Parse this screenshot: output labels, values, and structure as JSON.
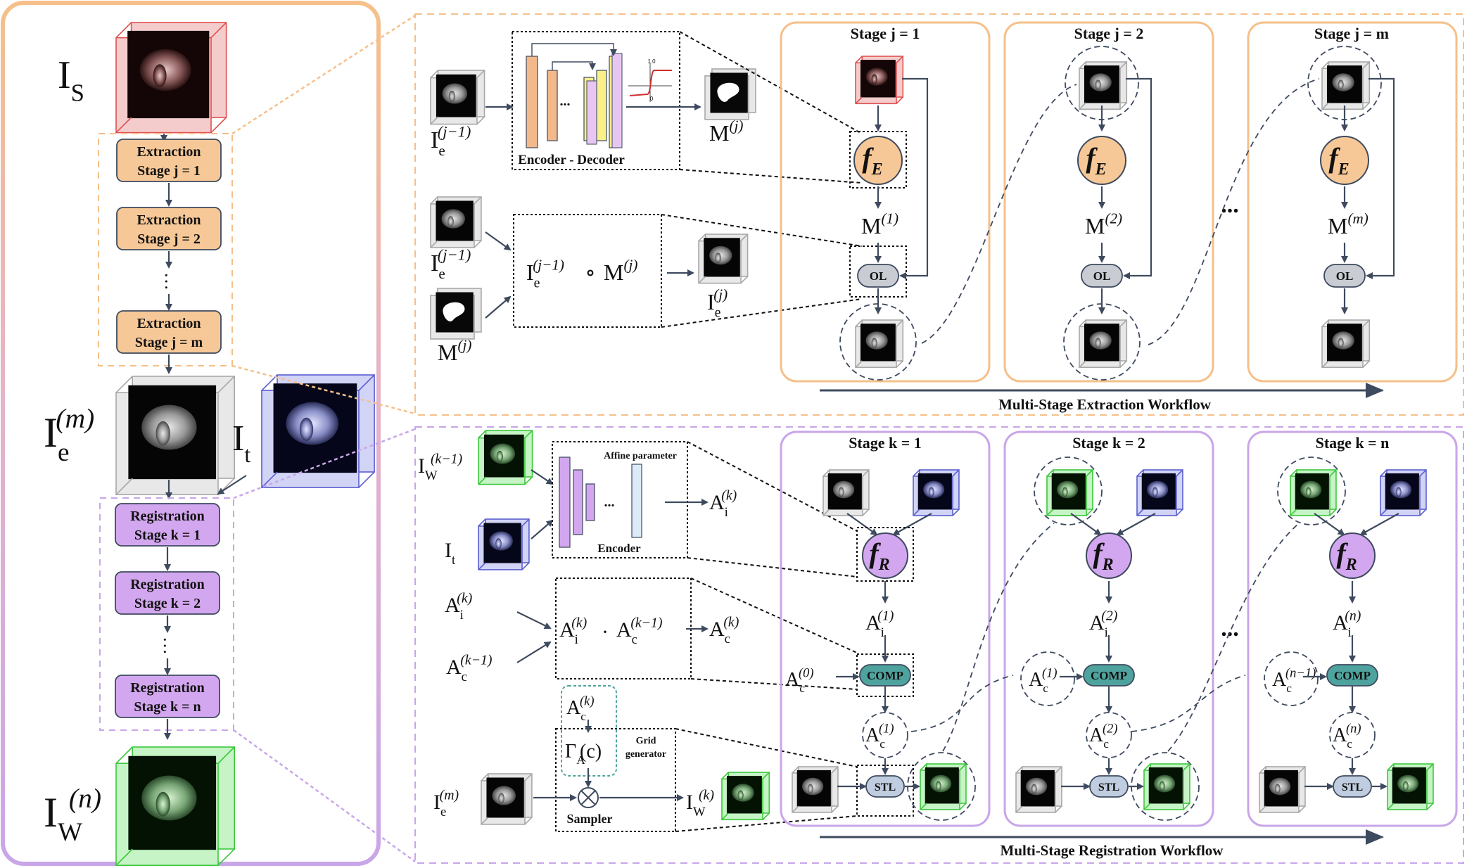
{
  "colors": {
    "extraction": "#f5c08a",
    "registration": "#c9a6e8",
    "orange_fill": "#f7c897",
    "purple_fill": "#d3a7ef",
    "teal": "#4fa39e",
    "ol_gray": "#c9ccd3",
    "arrow": "#3e4a5e",
    "source_cube": "#e05050",
    "target_cube": "#5a5fd0",
    "warped_cube": "#4ad04a"
  },
  "left_panel": {
    "labels": {
      "is_base": "I",
      "is_sub": "S",
      "ie_base": "I",
      "ie_sub": "e",
      "ie_sup": "(m)",
      "it_base": "I",
      "it_sub": "t",
      "iw_base": "I",
      "iw_sub": "W",
      "iw_sup": "(n)"
    },
    "extraction_steps": [
      {
        "line1": "Extraction",
        "line2": "Stage j = 1"
      },
      {
        "line1": "Extraction",
        "line2": "Stage j = 2"
      },
      {
        "line1": "Extraction",
        "line2": "Stage j = m"
      }
    ],
    "registration_steps": [
      {
        "line1": "Registration",
        "line2": "Stage  k = 1"
      },
      {
        "line1": "Registration",
        "line2": "Stage  k =  2"
      },
      {
        "line1": "Registration",
        "line2": "Stage  k =  n"
      }
    ]
  },
  "extraction": {
    "workflow_label": "Multi-Stage Extraction Workflow",
    "ellipsis": "...",
    "encoder_decoder_label": "Encoder - Decoder",
    "sigmoid_ticks": {
      "top": "1.0",
      "bottom": "0"
    },
    "inputs": {
      "ie_prev": {
        "base": "I",
        "sub": "e",
        "sup": "(j−1)"
      },
      "m_j": {
        "base": "M",
        "sup": "(j)"
      }
    },
    "masking_formula": {
      "a_base": "I",
      "a_sub": "e",
      "a_sup": "(j−1)",
      "op": "∘",
      "b_base": "M",
      "b_sup": "(j)"
    },
    "masking_output": {
      "base": "I",
      "sub": "e",
      "sup": "(j)"
    },
    "stages": [
      {
        "title": "Stage j = 1",
        "f": "f",
        "f_sub": "E",
        "m_base": "M",
        "m_sup": "(1)",
        "op": "OL"
      },
      {
        "title": "Stage j = 2",
        "f": "f",
        "f_sub": "E",
        "m_base": "M",
        "m_sup": "(2)",
        "op": "OL"
      },
      {
        "title": "Stage j = m",
        "f": "f",
        "f_sub": "E",
        "m_base": "M",
        "m_sup": "(m)",
        "op": "OL"
      }
    ]
  },
  "registration": {
    "workflow_label": "Multi-Stage Registration Workflow",
    "ellipsis": "...",
    "affine_label": "Affine parameter",
    "encoder_label": "Encoder",
    "grid_label_1": "Grid",
    "grid_label_2": "generator",
    "sampler_label": "Sampler",
    "inputs": {
      "iw_prev": {
        "base": "I",
        "sub": "W",
        "sup": "(k−1)"
      },
      "it": {
        "base": "I",
        "sub": "t"
      },
      "ai_k": {
        "base": "A",
        "sub": "i",
        "sup": "(k)"
      },
      "ac_prev": {
        "base": "A",
        "sub": "c",
        "sup": "(k−1)"
      },
      "ac_k": {
        "base": "A",
        "sub": "c",
        "sup": "(k)"
      },
      "ie_m": {
        "base": "I",
        "sub": "e",
        "sup": "(m)"
      },
      "iw_k": {
        "base": "I",
        "sub": "W",
        "sup": "(k)"
      }
    },
    "compose_formula": {
      "a_base": "A",
      "a_sub": "i",
      "a_sup": "(k)",
      "op": "·",
      "b_base": "A",
      "b_sub": "c",
      "b_sup": "(k−1)",
      "out_base": "A",
      "out_sub": "c",
      "out_sup": "(k)"
    },
    "gamma": {
      "base": "Γ",
      "sub": "A",
      "arg": "(c)"
    },
    "stages": [
      {
        "title": "Stage k = 1",
        "f": "f",
        "f_sub": "R",
        "ai_sup": "(1)",
        "acin_sup": "(0)",
        "acout_sup": "(1)",
        "comp": "COMP",
        "stl": "STL"
      },
      {
        "title": "Stage k = 2",
        "f": "f",
        "f_sub": "R",
        "ai_sup": "(2)",
        "acin_sup": "(1)",
        "acout_sup": "(2)",
        "comp": "COMP",
        "stl": "STL"
      },
      {
        "title": "Stage k = n",
        "f": "f",
        "f_sub": "R",
        "ai_sup": "(n)",
        "acin_sup": "(n−1)",
        "acout_sup": "(n)",
        "comp": "COMP",
        "stl": "STL"
      }
    ],
    "a_base": "A",
    "a_sub_i": "i",
    "a_sub_c": "c"
  }
}
